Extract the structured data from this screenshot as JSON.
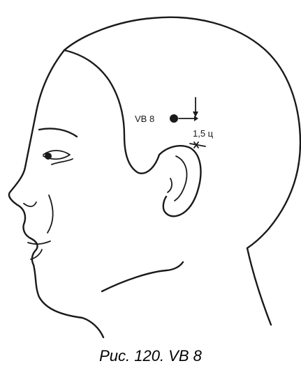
{
  "figure": {
    "point_label": "VB 8",
    "distance_label": "1,5 ц"
  },
  "caption": "Рис. 120. VB 8",
  "colors": {
    "ink": "#1a1a1a",
    "background": "#ffffff"
  }
}
